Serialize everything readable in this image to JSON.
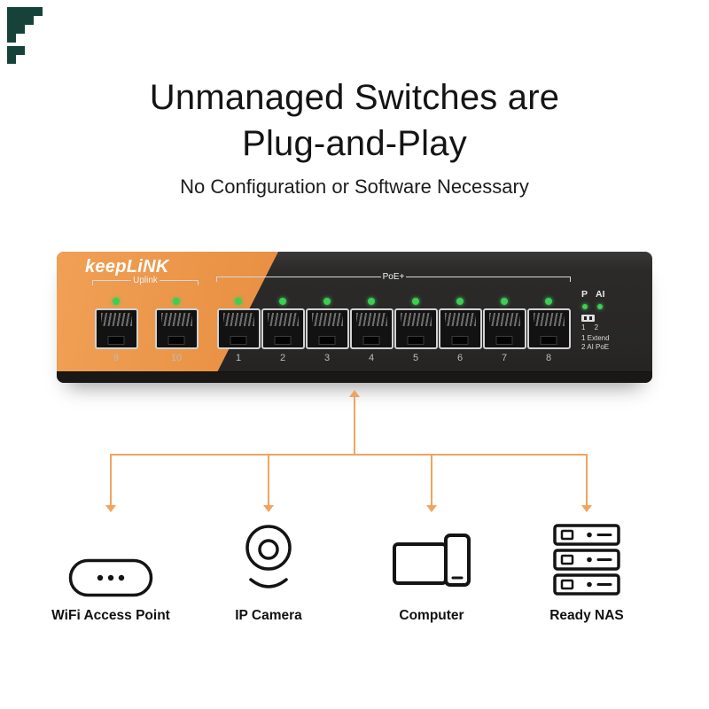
{
  "header": {
    "title_line1": "Unmanaged Switches are",
    "title_line2": "Plug-and-Play",
    "subtitle": "No Configuration or Software Necessary"
  },
  "switch": {
    "brand": "keepLiNK",
    "uplink_label": "Uplink",
    "poe_label": "PoE+",
    "uplink_ports": [
      "9",
      "10"
    ],
    "poe_ports": [
      "1",
      "2",
      "3",
      "4",
      "5",
      "6",
      "7",
      "8"
    ],
    "indicators": {
      "p": "P",
      "ai": "AI",
      "dip_numbers": "1 2",
      "extend": "1 Extend",
      "ai_poe": "2 AI PoE"
    },
    "colors": {
      "body": "#2b2a29",
      "accent_orange": "#ee9750",
      "led_green": "#3ccf52",
      "connector_orange": "#f0a45f",
      "deco_teal": "#16423a"
    }
  },
  "devices": [
    {
      "label": "WiFi Access Point",
      "icon": "wifi-access-point-icon"
    },
    {
      "label": "IP Camera",
      "icon": "ip-camera-icon"
    },
    {
      "label": "Computer",
      "icon": "computer-icon"
    },
    {
      "label": "Ready NAS",
      "icon": "nas-icon"
    }
  ]
}
